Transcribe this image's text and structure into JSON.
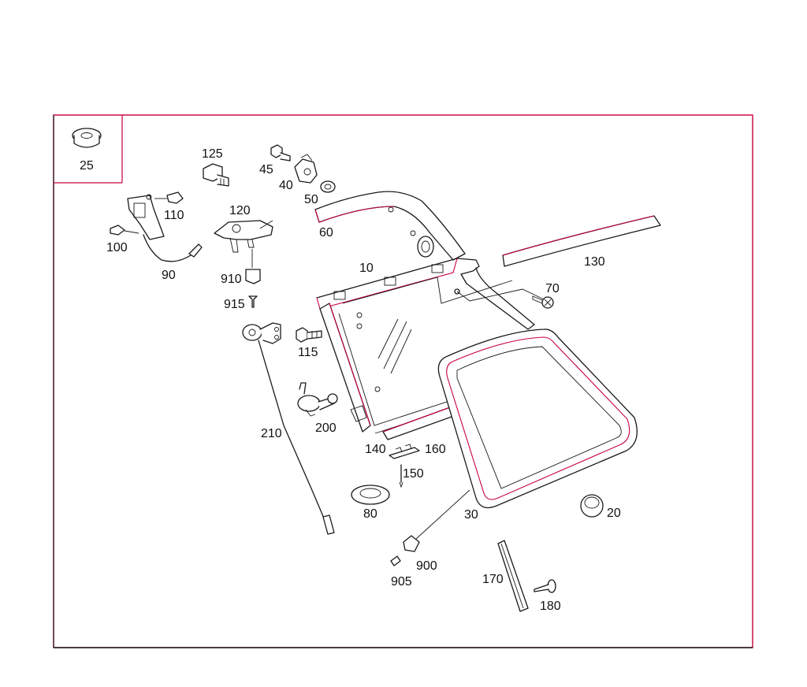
{
  "colors": {
    "frame": "#c8003a",
    "line": "#1a1a1a",
    "background": "#ffffff"
  },
  "inset_label": "25",
  "labels": {
    "p10": "10",
    "p20": "20",
    "p30": "30",
    "p40": "40",
    "p45": "45",
    "p50": "50",
    "p60": "60",
    "p70": "70",
    "p80": "80",
    "p90": "90",
    "p100": "100",
    "p110": "110",
    "p115": "115",
    "p120": "120",
    "p125": "125",
    "p130": "130",
    "p140": "140",
    "p150": "150",
    "p160": "160",
    "p170": "170",
    "p180": "180",
    "p200": "200",
    "p210": "210",
    "p900": "900",
    "p905": "905",
    "p910": "910",
    "p915": "915"
  }
}
